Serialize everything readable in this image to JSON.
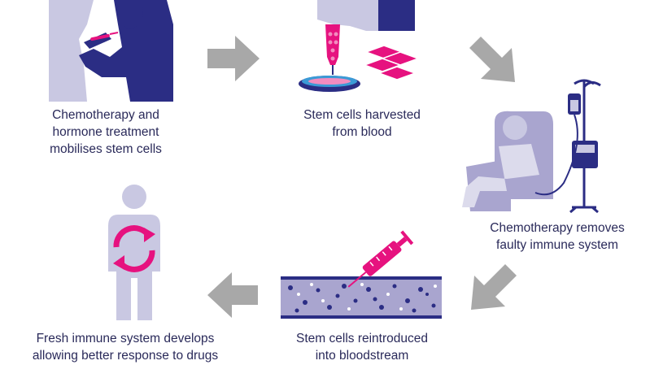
{
  "colors": {
    "navy": "#2b2d84",
    "lavender": "#c9c8e2",
    "lilac": "#a9a5cf",
    "magenta": "#e6127f",
    "pink": "#f28cbf",
    "gray_arrow": "#a8a8a8",
    "text": "#2a2a5a"
  },
  "steps": [
    {
      "icon": "injection-person-icon",
      "lines": [
        "Chemotherapy and",
        "hormone treatment",
        "mobilises stem cells"
      ]
    },
    {
      "icon": "harvest-petri-dish-icon",
      "lines": [
        "Stem cells harvested",
        "from blood"
      ]
    },
    {
      "icon": "iv-chair-patient-icon",
      "lines": [
        "Chemotherapy removes",
        "faulty immune system"
      ]
    },
    {
      "icon": "syringe-bloodstream-icon",
      "lines": [
        "Stem cells reintroduced",
        "into bloodstream"
      ]
    },
    {
      "icon": "renewed-person-icon",
      "lines": [
        "Fresh immune system develops",
        "allowing better response to drugs"
      ]
    }
  ],
  "arrows": [
    {
      "icon": "arrow-right-icon",
      "from": 1,
      "to": 2
    },
    {
      "icon": "arrow-down-right-icon",
      "from": 2,
      "to": 3
    },
    {
      "icon": "arrow-down-left-icon",
      "from": 3,
      "to": 4
    },
    {
      "icon": "arrow-left-icon",
      "from": 4,
      "to": 5
    }
  ]
}
